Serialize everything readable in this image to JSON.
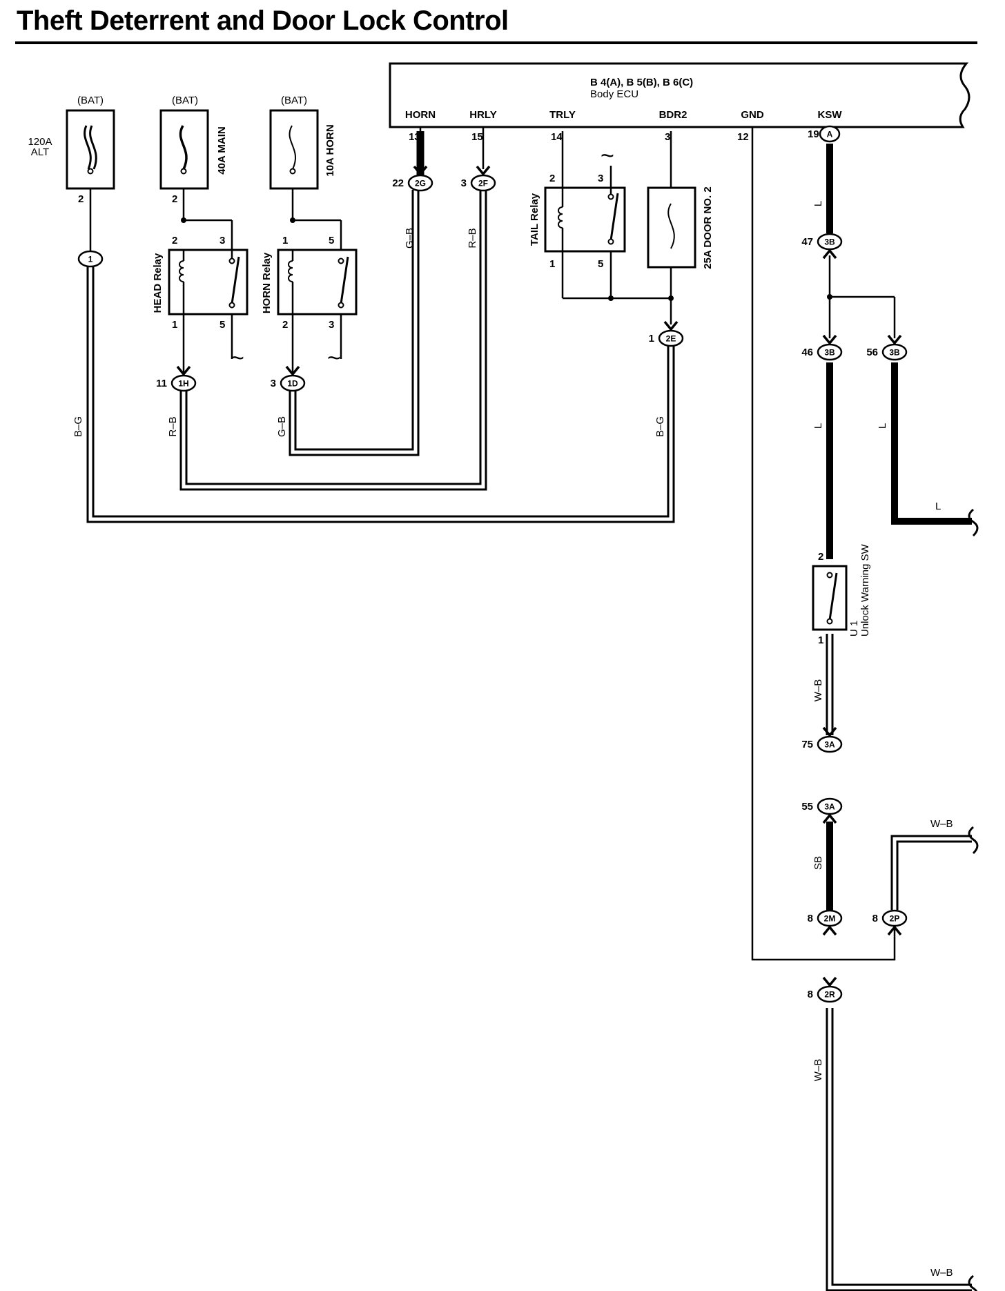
{
  "title": "Theft Deterrent and Door Lock Control",
  "ecu": {
    "connector_ref": "B 4(A), B 5(B), B 6(C)",
    "name": "Body ECU",
    "terminals": [
      "HORN",
      "HRLY",
      "TRLY",
      "BDR2",
      "GND",
      "KSW"
    ],
    "pins": [
      "13",
      "15",
      "14",
      "3",
      "12",
      "19"
    ],
    "ksw_connector": "A"
  },
  "fuses": {
    "alt": {
      "source": "(BAT)",
      "label_line1": "120A",
      "label_line2": "ALT",
      "pin": "2"
    },
    "main": {
      "source": "(BAT)",
      "label": "40A MAIN",
      "pin": "2"
    },
    "horn": {
      "source": "(BAT)",
      "label": "10A HORN"
    },
    "door": {
      "label": "25A DOOR NO. 2"
    }
  },
  "relays": {
    "head": {
      "label": "HEAD Relay",
      "pins": [
        "2",
        "3",
        "1",
        "5"
      ]
    },
    "horn": {
      "label": "HORN Relay",
      "pins": [
        "1",
        "5",
        "2",
        "3"
      ]
    },
    "tail": {
      "label": "TAIL Relay",
      "pins": [
        "2",
        "3",
        "1",
        "5"
      ]
    }
  },
  "switch": {
    "code": "U 1",
    "name": "Unlock Warning SW",
    "pins": [
      "2",
      "1"
    ]
  },
  "connectors": [
    {
      "pin": "22",
      "code": "2G"
    },
    {
      "pin": "3",
      "code": "2F"
    },
    {
      "pin": "",
      "code": "1"
    },
    {
      "pin": "11",
      "code": "1H"
    },
    {
      "pin": "3",
      "code": "1D"
    },
    {
      "pin": "1",
      "code": "2E"
    },
    {
      "pin": "47",
      "code": "3B"
    },
    {
      "pin": "46",
      "code": "3B"
    },
    {
      "pin": "56",
      "code": "3B"
    },
    {
      "pin": "75",
      "code": "3A"
    },
    {
      "pin": "55",
      "code": "3A"
    },
    {
      "pin": "8",
      "code": "2M"
    },
    {
      "pin": "8",
      "code": "2P"
    },
    {
      "pin": "8",
      "code": "2R"
    }
  ],
  "wire_colors": {
    "horn": "G–B",
    "hrly": "R–B",
    "alt": "B–G",
    "head": "R–B",
    "hornrelay": "G–B",
    "bdr": "B–G",
    "ksw": "L",
    "ksw2": "L",
    "branch_vert": "L",
    "branch_out": "L",
    "sw_out": "W–B",
    "sb": "SB",
    "top_right": "W–B",
    "ground": "W–B",
    "bottom_right": "W–B"
  },
  "symbols": {
    "ground_tilde": "~"
  }
}
